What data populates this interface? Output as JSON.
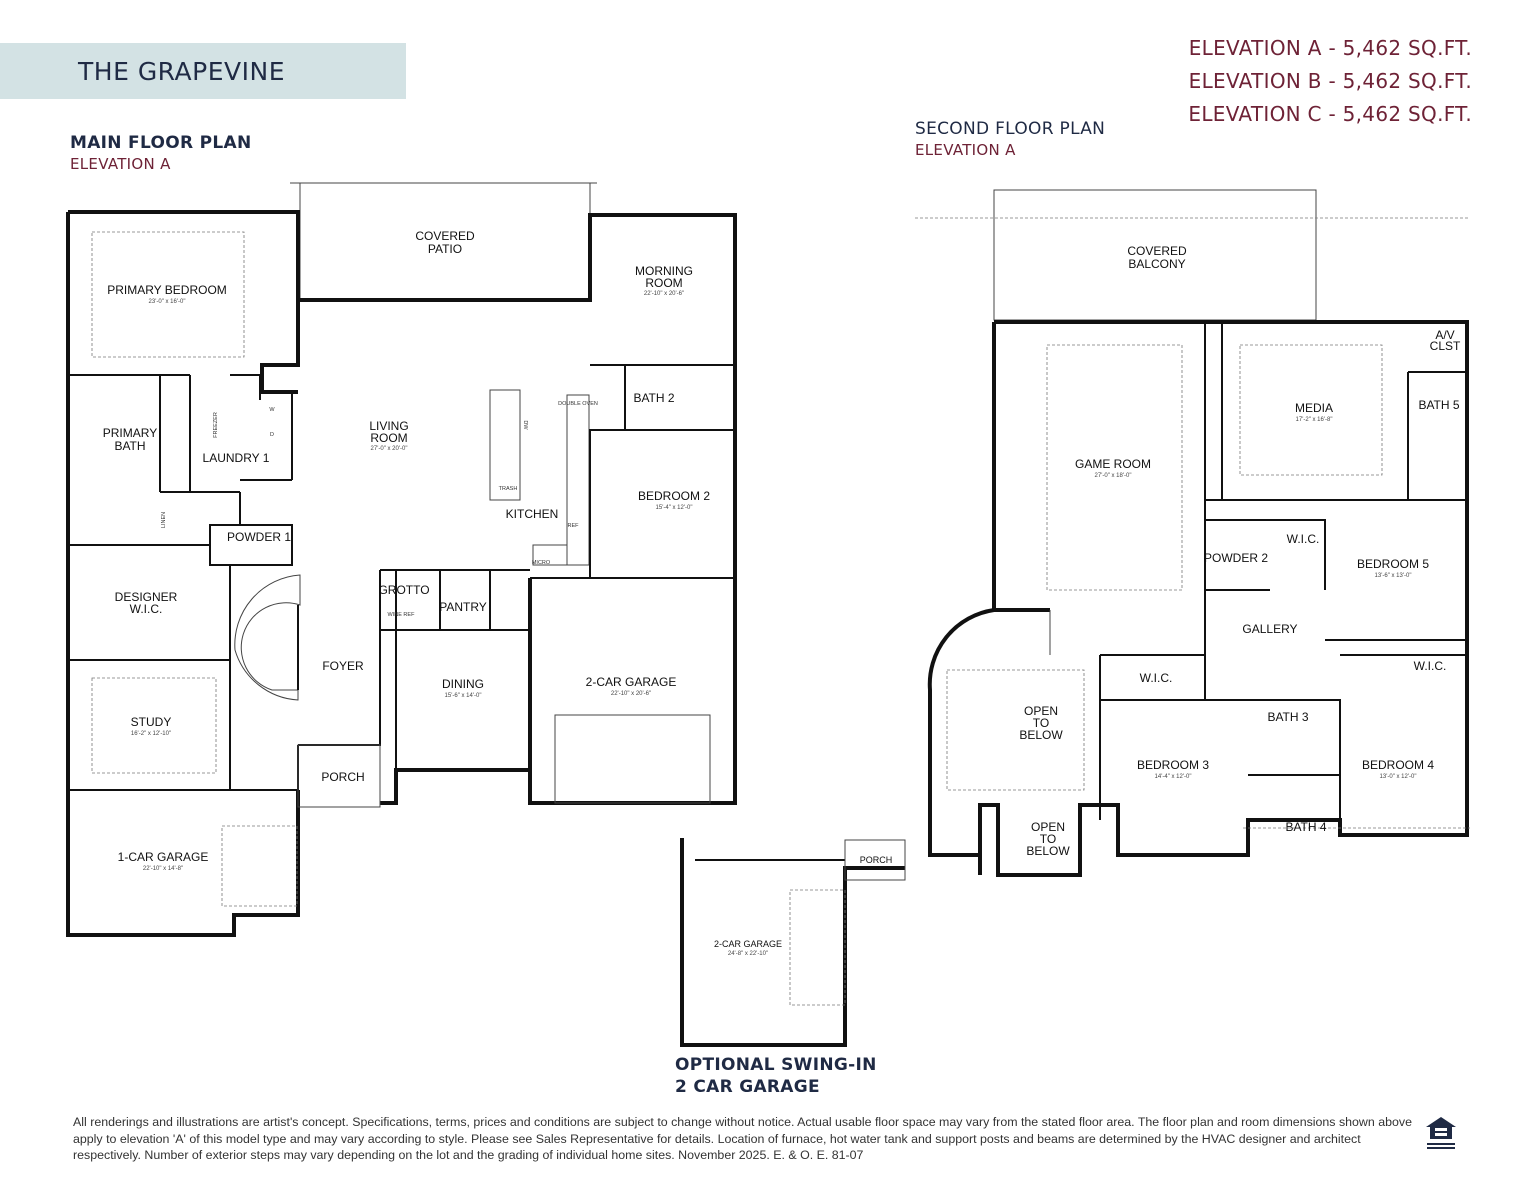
{
  "title": "THE GRAPEVINE",
  "elevations": [
    "ELEVATION A - 5,462 SQ.FT.",
    "ELEVATION B - 5,462 SQ.FT.",
    "ELEVATION C - 5,462 SQ.FT."
  ],
  "main_floor": {
    "heading": "MAIN FLOOR PLAN",
    "elevation": "ELEVATION A",
    "rooms": [
      {
        "id": "primary-bedroom",
        "name": "PRIMARY BEDROOM",
        "dims": "23'-0\" x 16'-0\""
      },
      {
        "id": "covered-patio",
        "name": "COVERED",
        "name2": "PATIO",
        "dims": ""
      },
      {
        "id": "morning-room",
        "name": "MORNING",
        "name2": "ROOM",
        "dims": "22'-10\" x 20'-6\""
      },
      {
        "id": "primary-bath",
        "name": "PRIMARY",
        "name2": "BATH",
        "dims": ""
      },
      {
        "id": "laundry",
        "name": "LAUNDRY 1",
        "dims": ""
      },
      {
        "id": "living-room",
        "name": "LIVING",
        "name2": "ROOM",
        "dims": "27'-0\" x 20'-0\""
      },
      {
        "id": "kitchen",
        "name": "KITCHEN",
        "dims": ""
      },
      {
        "id": "bath-2",
        "name": "BATH 2",
        "dims": ""
      },
      {
        "id": "bedroom-2",
        "name": "BEDROOM 2",
        "dims": "15'-4\" x 12'-0\""
      },
      {
        "id": "powder-1",
        "name": "POWDER 1",
        "dims": ""
      },
      {
        "id": "designer-wic",
        "name": "DESIGNER",
        "name2": "W.I.C.",
        "dims": ""
      },
      {
        "id": "grotto",
        "name": "GROTTO",
        "dims": ""
      },
      {
        "id": "pantry",
        "name": "PANTRY",
        "dims": ""
      },
      {
        "id": "foyer",
        "name": "FOYER",
        "dims": ""
      },
      {
        "id": "dining",
        "name": "DINING",
        "dims": "15'-6\" x 14'-0\""
      },
      {
        "id": "garage-2car",
        "name": "2-CAR GARAGE",
        "dims": "22'-10\" x 20'-6\""
      },
      {
        "id": "study",
        "name": "STUDY",
        "dims": "16'-2\" x 12'-10\""
      },
      {
        "id": "porch",
        "name": "PORCH",
        "dims": ""
      },
      {
        "id": "garage-1car",
        "name": "1-CAR GARAGE",
        "dims": "22'-10\" x 14'-8\""
      }
    ],
    "fixtures": {
      "linen": "LINEN",
      "double_oven": "DOUBLE OVEN",
      "dw": "DW",
      "trash": "TRASH",
      "ref": "REF",
      "micro": "MICRO",
      "wine_ref": "WINE REF",
      "freezer": "FREEZER",
      "w": "W",
      "d": "D"
    }
  },
  "second_floor": {
    "heading": "SECOND FLOOR PLAN",
    "elevation": "ELEVATION A",
    "rooms": [
      {
        "id": "covered-balcony",
        "name": "COVERED",
        "name2": "BALCONY",
        "dims": ""
      },
      {
        "id": "av-closet",
        "name": "A/V",
        "name2": "CLST",
        "dims": ""
      },
      {
        "id": "media",
        "name": "MEDIA",
        "dims": "17'-2\" x 16'-8\""
      },
      {
        "id": "bath-5",
        "name": "BATH 5",
        "dims": ""
      },
      {
        "id": "game-room",
        "name": "GAME ROOM",
        "dims": "27'-0\" x 18'-0\""
      },
      {
        "id": "powder-2",
        "name": "POWDER 2",
        "dims": ""
      },
      {
        "id": "wic-5",
        "name": "W.I.C.",
        "dims": ""
      },
      {
        "id": "bedroom-5",
        "name": "BEDROOM 5",
        "dims": "13'-6\" x 13'-0\""
      },
      {
        "id": "gallery",
        "name": "GALLERY",
        "dims": ""
      },
      {
        "id": "wic-3",
        "name": "W.I.C.",
        "dims": ""
      },
      {
        "id": "wic-4",
        "name": "W.I.C.",
        "dims": ""
      },
      {
        "id": "open-below-1",
        "name": "OPEN",
        "name2": "TO",
        "name3": "BELOW",
        "dims": ""
      },
      {
        "id": "bath-3",
        "name": "BATH 3",
        "dims": ""
      },
      {
        "id": "bedroom-3",
        "name": "BEDROOM 3",
        "dims": "14'-4\" x 12'-0\""
      },
      {
        "id": "bedroom-4",
        "name": "BEDROOM 4",
        "dims": "13'-0\" x 12'-0\""
      },
      {
        "id": "bath-4",
        "name": "BATH 4",
        "dims": ""
      },
      {
        "id": "open-below-2",
        "name": "OPEN",
        "name2": "TO",
        "name3": "BELOW",
        "dims": ""
      }
    ]
  },
  "optional_garage": {
    "heading_line1": "OPTIONAL SWING-IN",
    "heading_line2": "2 CAR GARAGE",
    "porch": "PORCH",
    "garage_name": "2-CAR GARAGE",
    "garage_dims": "24'-8\" x 22'-10\""
  },
  "disclaimer": "All renderings and illustrations are artist's concept. Specifications, terms, prices and conditions are subject to change without notice. Actual usable floor space may vary from the stated floor area. The floor plan and room dimensions shown above apply to elevation 'A' of this model type and may vary according to style. Please see Sales Representative for details. Location of furnace, hot water tank and support posts and beams are determined by the HVAC designer and architect respectively. Number of exterior steps may vary depending on the lot and the grading of individual home sites. November 2025. E. & O. E. 81-07",
  "logo_text": "EQUAL HOUSING OPPORTUNITY",
  "colors": {
    "title_bg": "#d3e2e4",
    "navy": "#1f2a44",
    "maroon": "#6e2236"
  }
}
